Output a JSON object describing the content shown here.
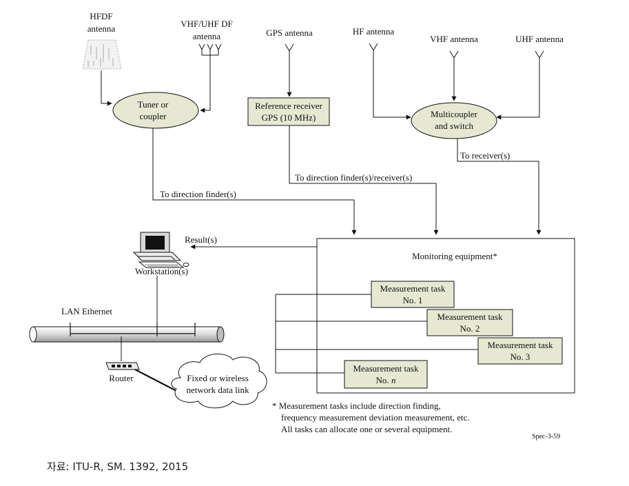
{
  "antennas": {
    "hfdf": [
      "HFDF",
      "antenna"
    ],
    "vhfuhf_df": [
      "VHF/UHF DF",
      "antenna"
    ],
    "gps": "GPS antenna",
    "hf": "HF antenna",
    "vhf": "VHF antenna",
    "uhf": "UHF antenna"
  },
  "nodes": {
    "tuner": [
      "Tuner or",
      "coupler"
    ],
    "reference_receiver": [
      "Reference receiver",
      "GPS (10 MHz)"
    ],
    "multicoupler": [
      "Multicoupler",
      "and switch"
    ],
    "monitoring_title": "Monitoring equipment*",
    "workstation": "Workstation(s)",
    "lan": "LAN Ethernet",
    "router": "Router",
    "cloud": [
      "Fixed or wireless",
      "network data link"
    ]
  },
  "tasks": [
    {
      "line1": "Measurement task",
      "line2": "No. 1"
    },
    {
      "line1": "Measurement task",
      "line2": "No. 2"
    },
    {
      "line1": "Measurement task",
      "line2": "No. 3"
    },
    {
      "line1": "Measurement task",
      "line2_prefix": "No. ",
      "line2_italic": "n"
    }
  ],
  "connections": {
    "to_direction_finders": "To direction finder(s)",
    "to_direction_finders_receivers": "To direction finder(s)/receiver(s)",
    "to_receivers": "To receiver(s)",
    "results": "Result(s)"
  },
  "footnote": [
    "* Measurement tasks include direction finding,",
    "frequency measurement deviation measurement, etc.",
    "All tasks can allocate one or several equipment."
  ],
  "figure_id": "Spec-3-59",
  "source": "자료: ITU-R, SM. 1392, 2015",
  "colors": {
    "box_fill": "#e6e8d2",
    "ellipse_fill": "#e6e8d2",
    "line": "#111111",
    "panel_bg": "#ffffff"
  }
}
